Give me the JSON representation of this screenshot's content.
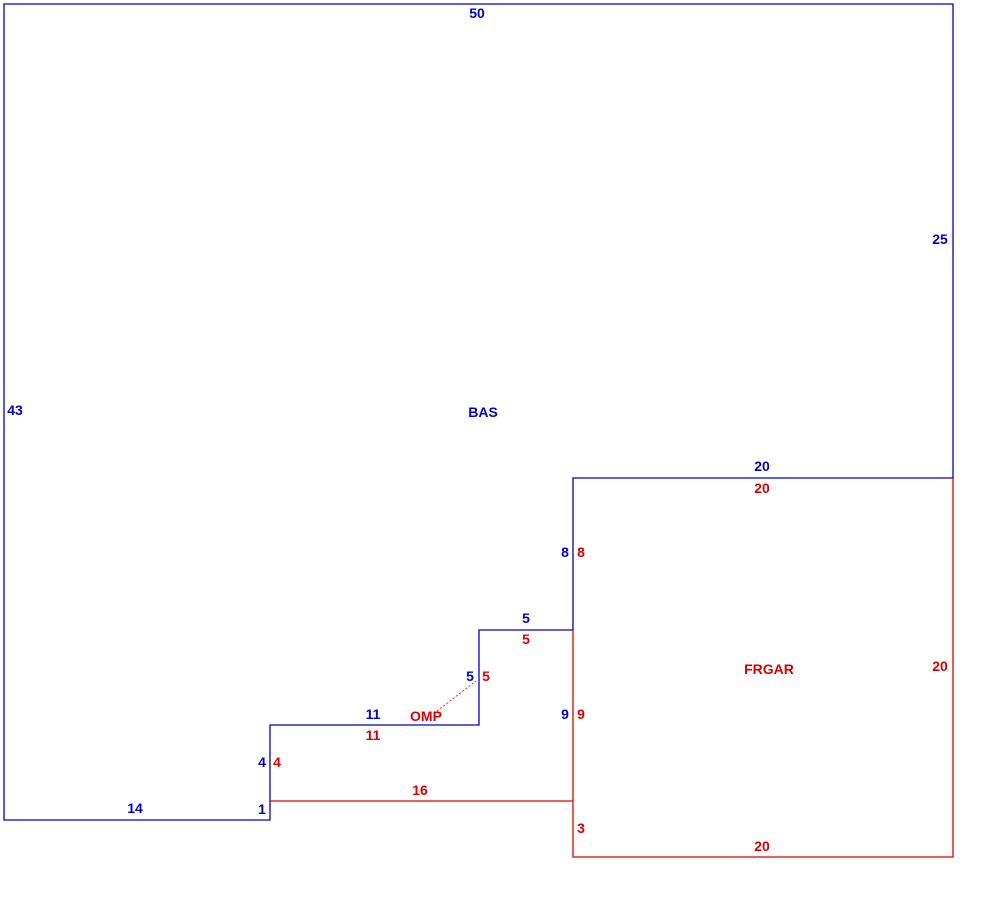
{
  "colors": {
    "bas": "#0000cc",
    "frgar": "#dd0000",
    "background": "#ffffff"
  },
  "areas": {
    "bas": {
      "label": "BAS"
    },
    "frgar": {
      "label": "FRGAR"
    },
    "omp": {
      "label": "OMP"
    }
  },
  "dimensions": {
    "bas_top": "50",
    "bas_left": "43",
    "bas_right": "25",
    "bas_bottom_left": "14",
    "bas_jog_small": "1",
    "bas_step_4": "4",
    "bas_step_11": "11",
    "bas_step_5v": "5",
    "bas_step_5h": "5",
    "bas_step_8": "8",
    "bas_garage_top": "20",
    "gar_top": "20",
    "gar_right": "20",
    "gar_bottom": "20",
    "gar_8": "8",
    "gar_9_inner": "9",
    "gar_9_outer": "9",
    "gar_3": "3",
    "gar_16": "16",
    "gar_11": "11",
    "gar_5h": "5",
    "gar_5v": "5",
    "gar_4": "4"
  }
}
